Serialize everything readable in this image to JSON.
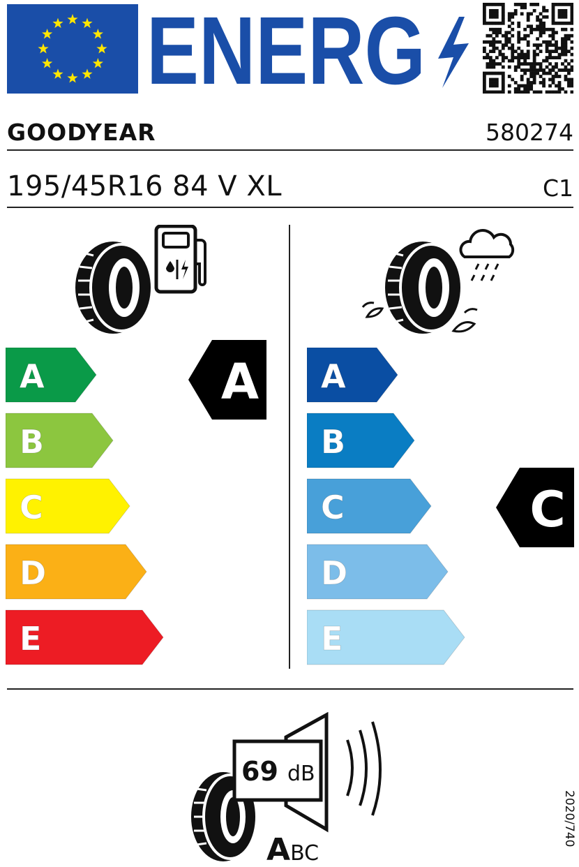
{
  "header": {
    "title": "ENERG",
    "flag_colors": {
      "blue": "#1a4ea8",
      "star": "#ffe600"
    },
    "title_color": "#1a4ea8",
    "bolt_icon": "lightning-bolt-icon",
    "qr_icon": "qr-code-icon"
  },
  "product": {
    "brand": "GOODYEAR",
    "model_id": "580274",
    "size": "195/45R16 84 V XL",
    "tyre_class": "C1"
  },
  "fuel": {
    "icon": "fuel-pump-tyre-icon",
    "scale": [
      {
        "letter": "A",
        "color": "#0a9a48"
      },
      {
        "letter": "B",
        "color": "#8cc63f"
      },
      {
        "letter": "C",
        "color": "#fff200"
      },
      {
        "letter": "D",
        "color": "#fbb016"
      },
      {
        "letter": "E",
        "color": "#ed1c24"
      }
    ],
    "rating": "A"
  },
  "wet": {
    "icon": "wet-grip-tyre-rain-icon",
    "scale": [
      {
        "letter": "A",
        "color": "#0a4ea3"
      },
      {
        "letter": "B",
        "color": "#0a7dc3"
      },
      {
        "letter": "C",
        "color": "#48a0d9"
      },
      {
        "letter": "D",
        "color": "#7cbde9"
      },
      {
        "letter": "E",
        "color": "#a9ddf5"
      }
    ],
    "rating": "C"
  },
  "noise": {
    "icon": "noise-tyre-speaker-icon",
    "value": "69",
    "unit": "dB",
    "class_main": "A",
    "class_rest": "BC"
  },
  "regulation": "2020/740"
}
